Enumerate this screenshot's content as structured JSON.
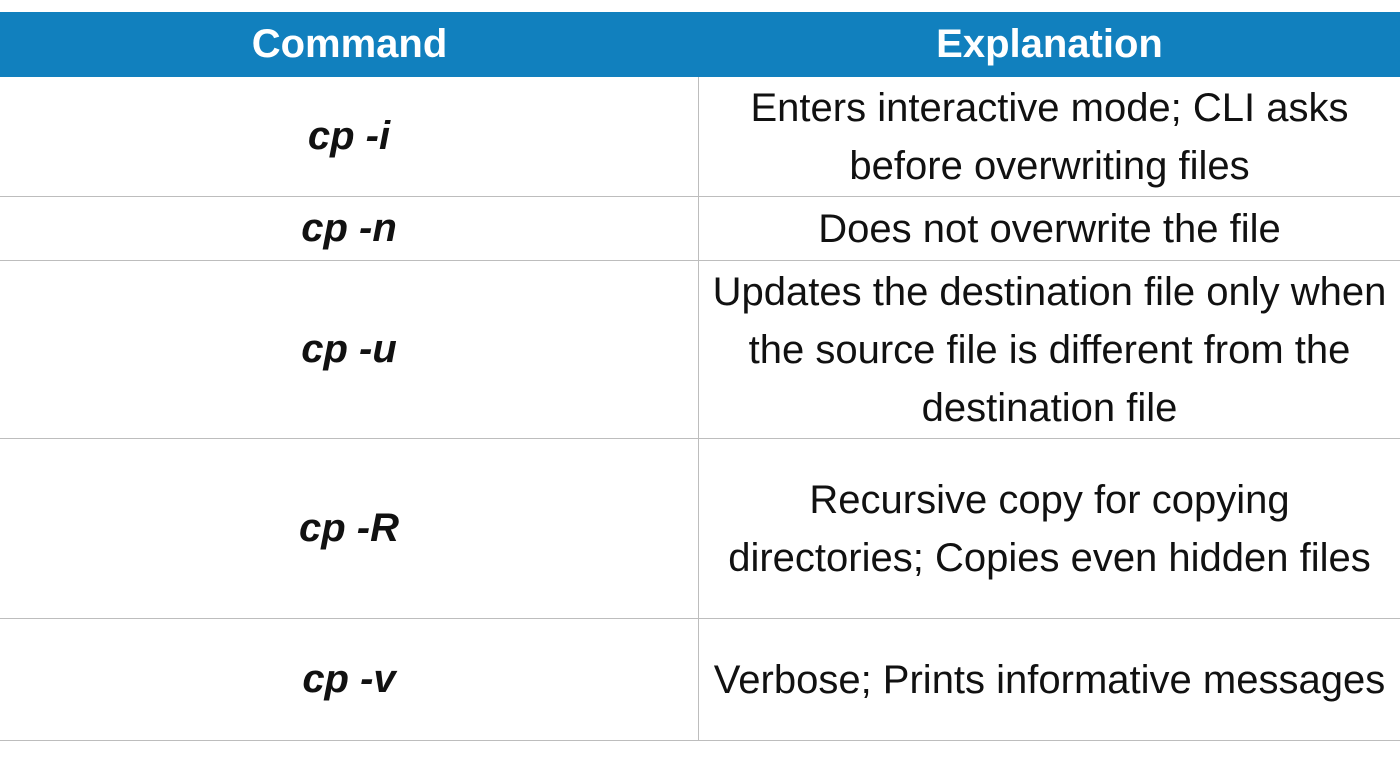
{
  "header": {
    "command": "Command",
    "explanation": "Explanation"
  },
  "rows": [
    {
      "command": "cp -i",
      "explanation": "Enters interactive mode; CLI asks before overwriting files"
    },
    {
      "command": "cp -n",
      "explanation": "Does not overwrite the file"
    },
    {
      "command": "cp -u",
      "explanation": "Updates the destination file only when the source file is different from the destination file"
    },
    {
      "command": "cp -R",
      "explanation": "Recursive copy for copying directories; Copies even hidden files"
    },
    {
      "command": "cp -v",
      "explanation": "Verbose; Prints informative messages"
    }
  ],
  "colors": {
    "header_bg": "#1180be",
    "header_text": "#ffffff",
    "grid_line": "#bdbdbd"
  }
}
